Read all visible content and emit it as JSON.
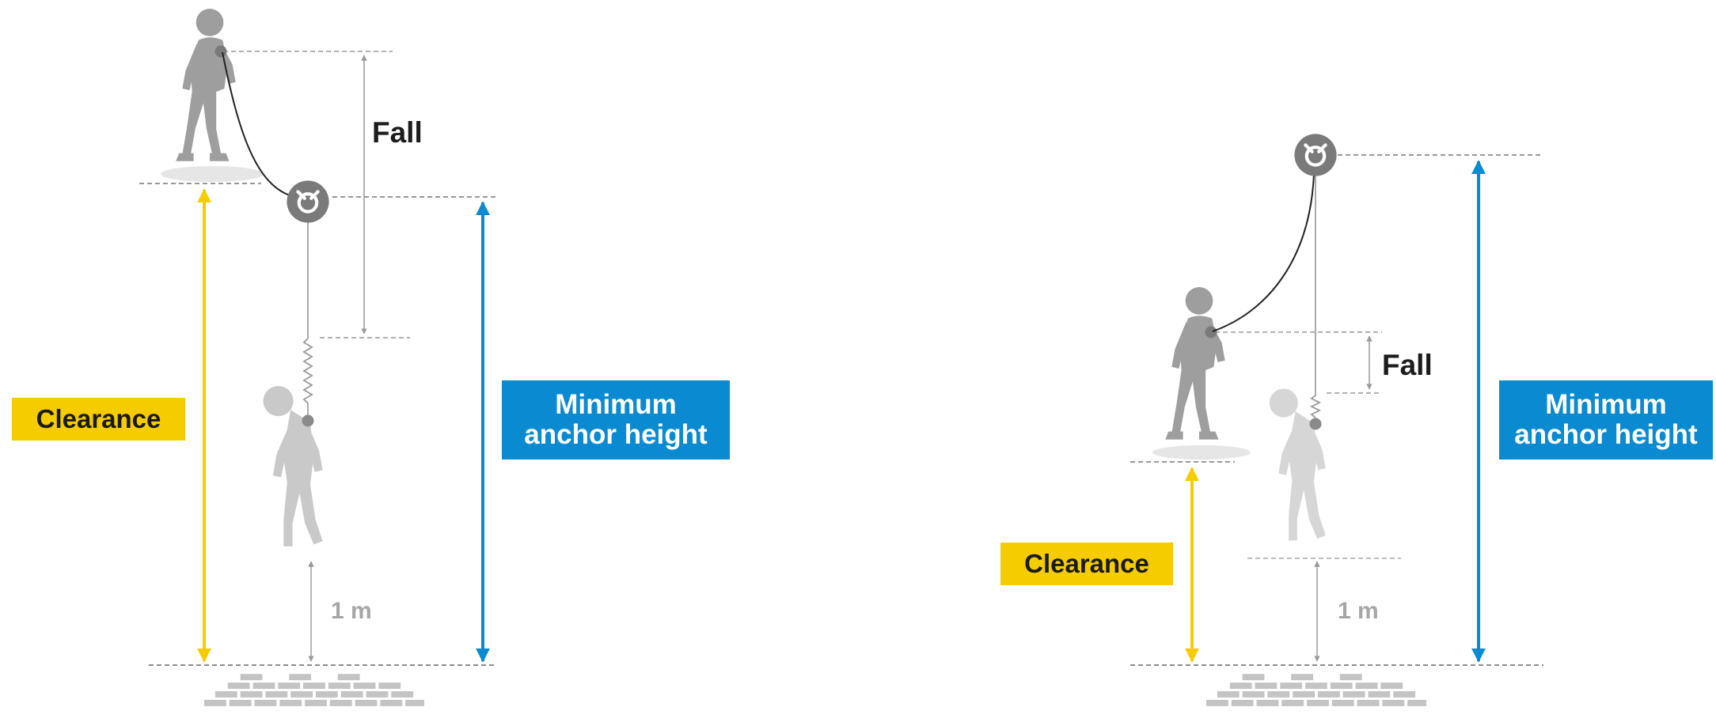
{
  "colors": {
    "clearance": "#f5cc00",
    "anchor_height": "#0a8ad0",
    "person_standing": "#9e9e9e",
    "person_hanging": "#c9c9c9",
    "ground_bricks": "#c4c4c4",
    "guide_lines": "#999999"
  },
  "icons": [
    "person-standing-icon",
    "person-hanging-icon",
    "anchor-device-icon",
    "shock-absorber-icon",
    "ground-bricks-icon"
  ],
  "left_panel": {
    "fall_label": "Fall",
    "clearance_label": "Clearance",
    "anchor_label_line1": "Minimum",
    "anchor_label_line2": "anchor height",
    "one_meter_label": "1 m"
  },
  "right_panel": {
    "fall_label": "Fall",
    "clearance_label": "Clearance",
    "anchor_label_line1": "Minimum",
    "anchor_label_line2": "anchor height",
    "one_meter_label": "1 m"
  }
}
